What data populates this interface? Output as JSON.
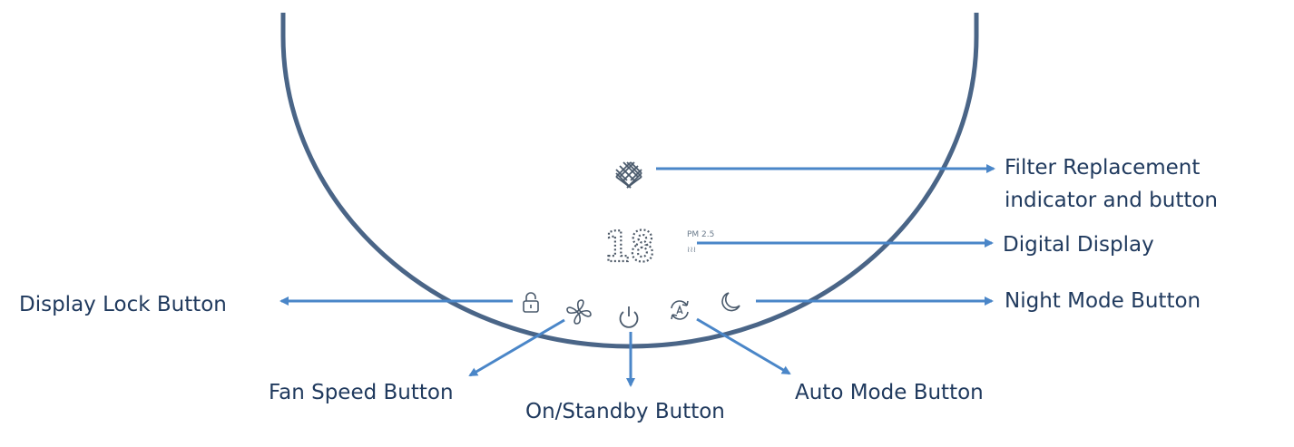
{
  "colors": {
    "body_outline": "#4a6587",
    "arrow": "#4a86c8",
    "label_text": "#203a5e",
    "icon": "#4a5a6c",
    "display_digits": "#4e5a68"
  },
  "display": {
    "value": "18",
    "unit": "PM 2.5",
    "wave_symbol": "≀≀≀"
  },
  "icons": {
    "filter": "filter-mesh-icon",
    "lock": "padlock-icon",
    "fan": "fan-icon",
    "power": "power-icon",
    "auto": "auto-cycle-icon",
    "night": "moon-icon"
  },
  "labels": {
    "filter_line1": "Filter Replacement",
    "filter_line2": "indicator and button",
    "digital_display": "Digital Display",
    "display_lock": "Display Lock Button",
    "night_mode": "Night Mode Button",
    "fan_speed": "Fan Speed Button",
    "on_standby": "On/Standby Button",
    "auto_mode": "Auto Mode Button"
  }
}
